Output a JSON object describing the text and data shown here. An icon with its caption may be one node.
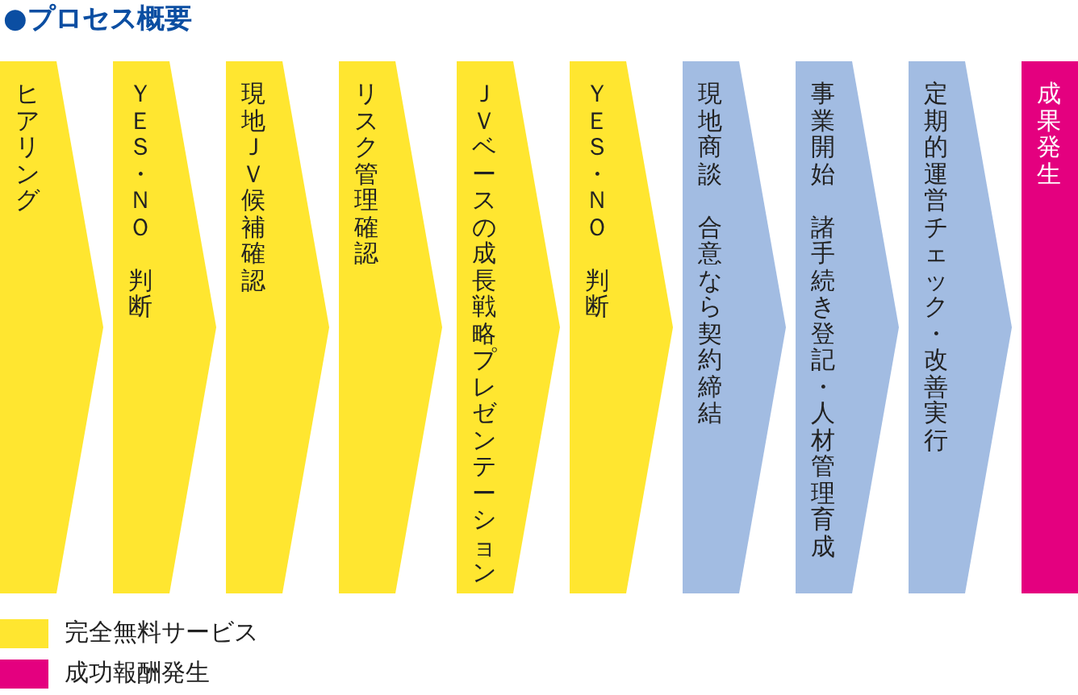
{
  "diagram": {
    "title": "●プロセス概要",
    "nodes": [
      {
        "text": [
          "ヒアリング"
        ]
      },
      {
        "text": [
          "ＹＥＳ・ＮＯ",
          "判断"
        ]
      },
      {
        "text": [
          "現地ＪＶ候補確認"
        ]
      },
      {
        "text": [
          "リスク管理確認"
        ]
      },
      {
        "text": [
          "ＪＶベースの成長戦略プレゼンテーション"
        ]
      },
      {
        "text": [
          "ＹＥＳ・ＮＯ",
          "判断"
        ]
      },
      {
        "text": [
          "現地商談",
          "合意なら契約締結"
        ]
      },
      {
        "text": [
          "事業開始",
          "諸手続き登記・人材管理育成"
        ]
      },
      {
        "text": [
          "定期的運営チェック・改善実行"
        ]
      },
      {
        "text": [
          "成果発生"
        ]
      }
    ],
    "legend": [
      {
        "text": "完全無料サービス",
        "color": "#ffe630"
      },
      {
        "text": "成功報酬発生",
        "color": "#e4007f"
      }
    ]
  }
}
